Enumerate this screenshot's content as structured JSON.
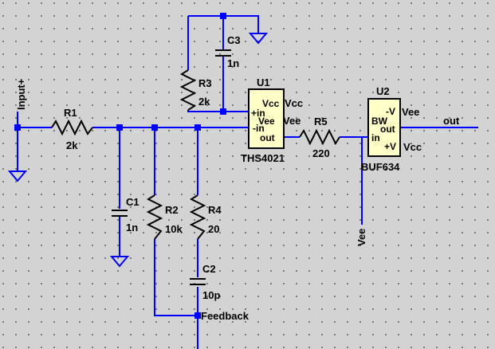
{
  "nets": {
    "input": "Input+",
    "feedback": "Feedback",
    "output": "out",
    "vee": "Vee",
    "u1_vcc": "Vcc",
    "u1_vee": "Vee",
    "u2_vee": "Vee",
    "u2_vcc": "Vcc"
  },
  "components": {
    "R1": {
      "name": "R1",
      "value": "2k"
    },
    "R2": {
      "name": "R2",
      "value": "10k"
    },
    "R3": {
      "name": "R3",
      "value": "2k"
    },
    "R4": {
      "name": "R4",
      "value": "20"
    },
    "R5": {
      "name": "R5",
      "value": "220"
    },
    "C1": {
      "name": "C1",
      "value": "1n"
    },
    "C2": {
      "name": "C2",
      "value": "10p"
    },
    "C3": {
      "name": "C3",
      "value": "1n"
    }
  },
  "opamp_u1": {
    "name": "U1",
    "part": "THS4021",
    "pins": {
      "vcc": "Vcc",
      "in_plus": "+in",
      "vee": "Vee",
      "in_minus": "-in",
      "out": "out"
    }
  },
  "buffer_u2": {
    "name": "U2",
    "part": "BUF634",
    "pins": {
      "neg_v": "-V",
      "bw": "BW",
      "out": "out",
      "in": "in",
      "pos_v": "+V"
    }
  }
}
